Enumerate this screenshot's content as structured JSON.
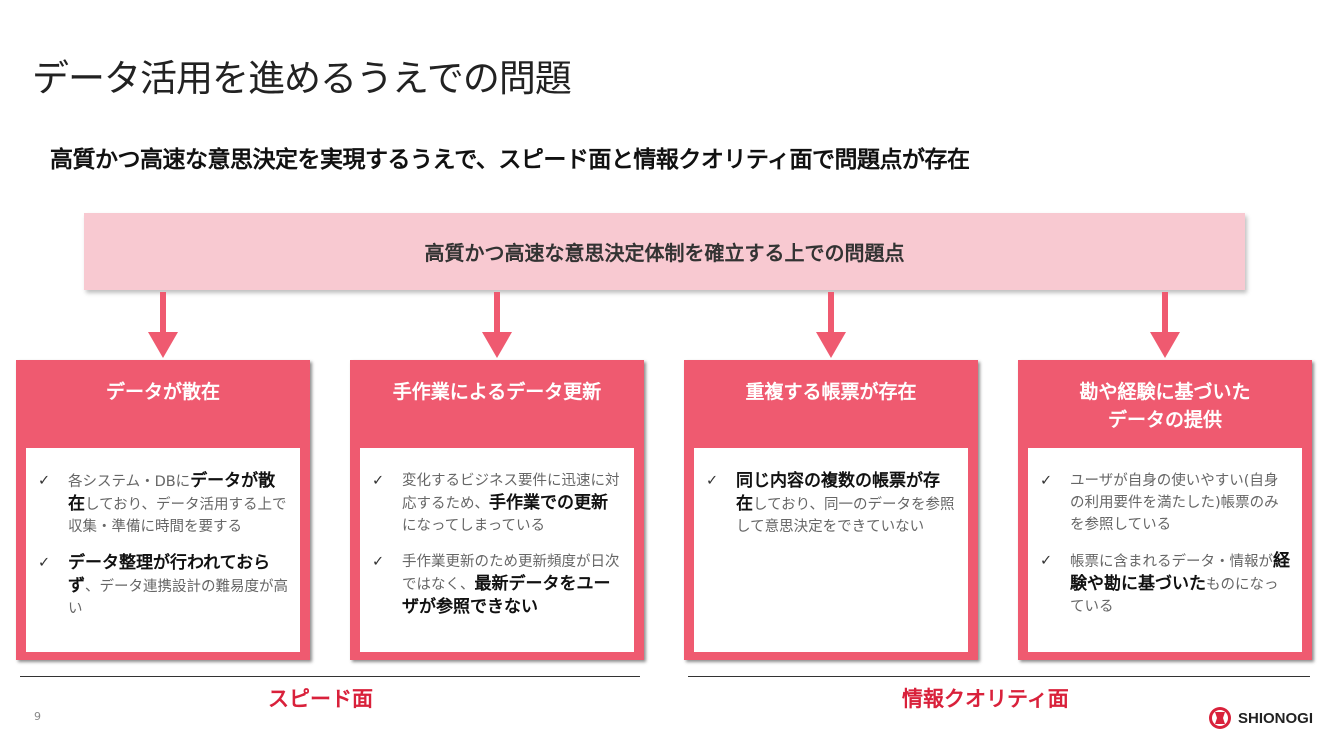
{
  "title": "データ活用を進めるうえでの問題",
  "subtitle": "高質かつ高速な意思決定を実現するうえで、スピード面と情報クオリティ面で問題点が存在",
  "banner": "高質かつ高速な意思決定体制を確立する上での問題点",
  "cards": [
    {
      "heading": "データが散在",
      "bullets": [
        [
          {
            "t": "各システム・DBに"
          },
          {
            "t": "データが散在",
            "b": true
          },
          {
            "t": "しており、データ活用する上で収集・準備に時間を要する"
          }
        ],
        [
          {
            "t": "データ整理が行われておらず",
            "b": true
          },
          {
            "t": "、データ連携設計の難易度が高い"
          }
        ]
      ]
    },
    {
      "heading": "手作業によるデータ更新",
      "bullets": [
        [
          {
            "t": "変化するビジネス要件に迅速に対応するため、"
          },
          {
            "t": "手作業での更新",
            "b": true
          },
          {
            "t": "になってしまっている"
          }
        ],
        [
          {
            "t": "手作業更新のため更新頻度が日次ではなく、"
          },
          {
            "t": "最新データをユーザが参照できない",
            "b": true
          }
        ]
      ]
    },
    {
      "heading": "重複する帳票が存在",
      "bullets": [
        [
          {
            "t": "同じ内容の複数の帳票が存在",
            "b": true
          },
          {
            "t": "しており、同一のデータを参照して意思決定をできていない"
          }
        ]
      ]
    },
    {
      "heading": "勘や経験に基づいた\nデータの提供",
      "bullets": [
        [
          {
            "t": "ユーザが自身の使いやすい(自身の利用要件を満たした)帳票のみを参照している"
          }
        ],
        [
          {
            "t": "帳票に含まれるデータ・情報が"
          },
          {
            "t": "経験や勘に基づいた",
            "b": true
          },
          {
            "t": "ものになっている"
          }
        ]
      ]
    }
  ],
  "groups": {
    "speed": "スピード面",
    "quality": "情報クオリティ面"
  },
  "page_number": "9",
  "logo_text": "SHIONOGI",
  "colors": {
    "accent": "#ef5a70",
    "banner": "#f8c9d1",
    "label": "#d9213b"
  }
}
